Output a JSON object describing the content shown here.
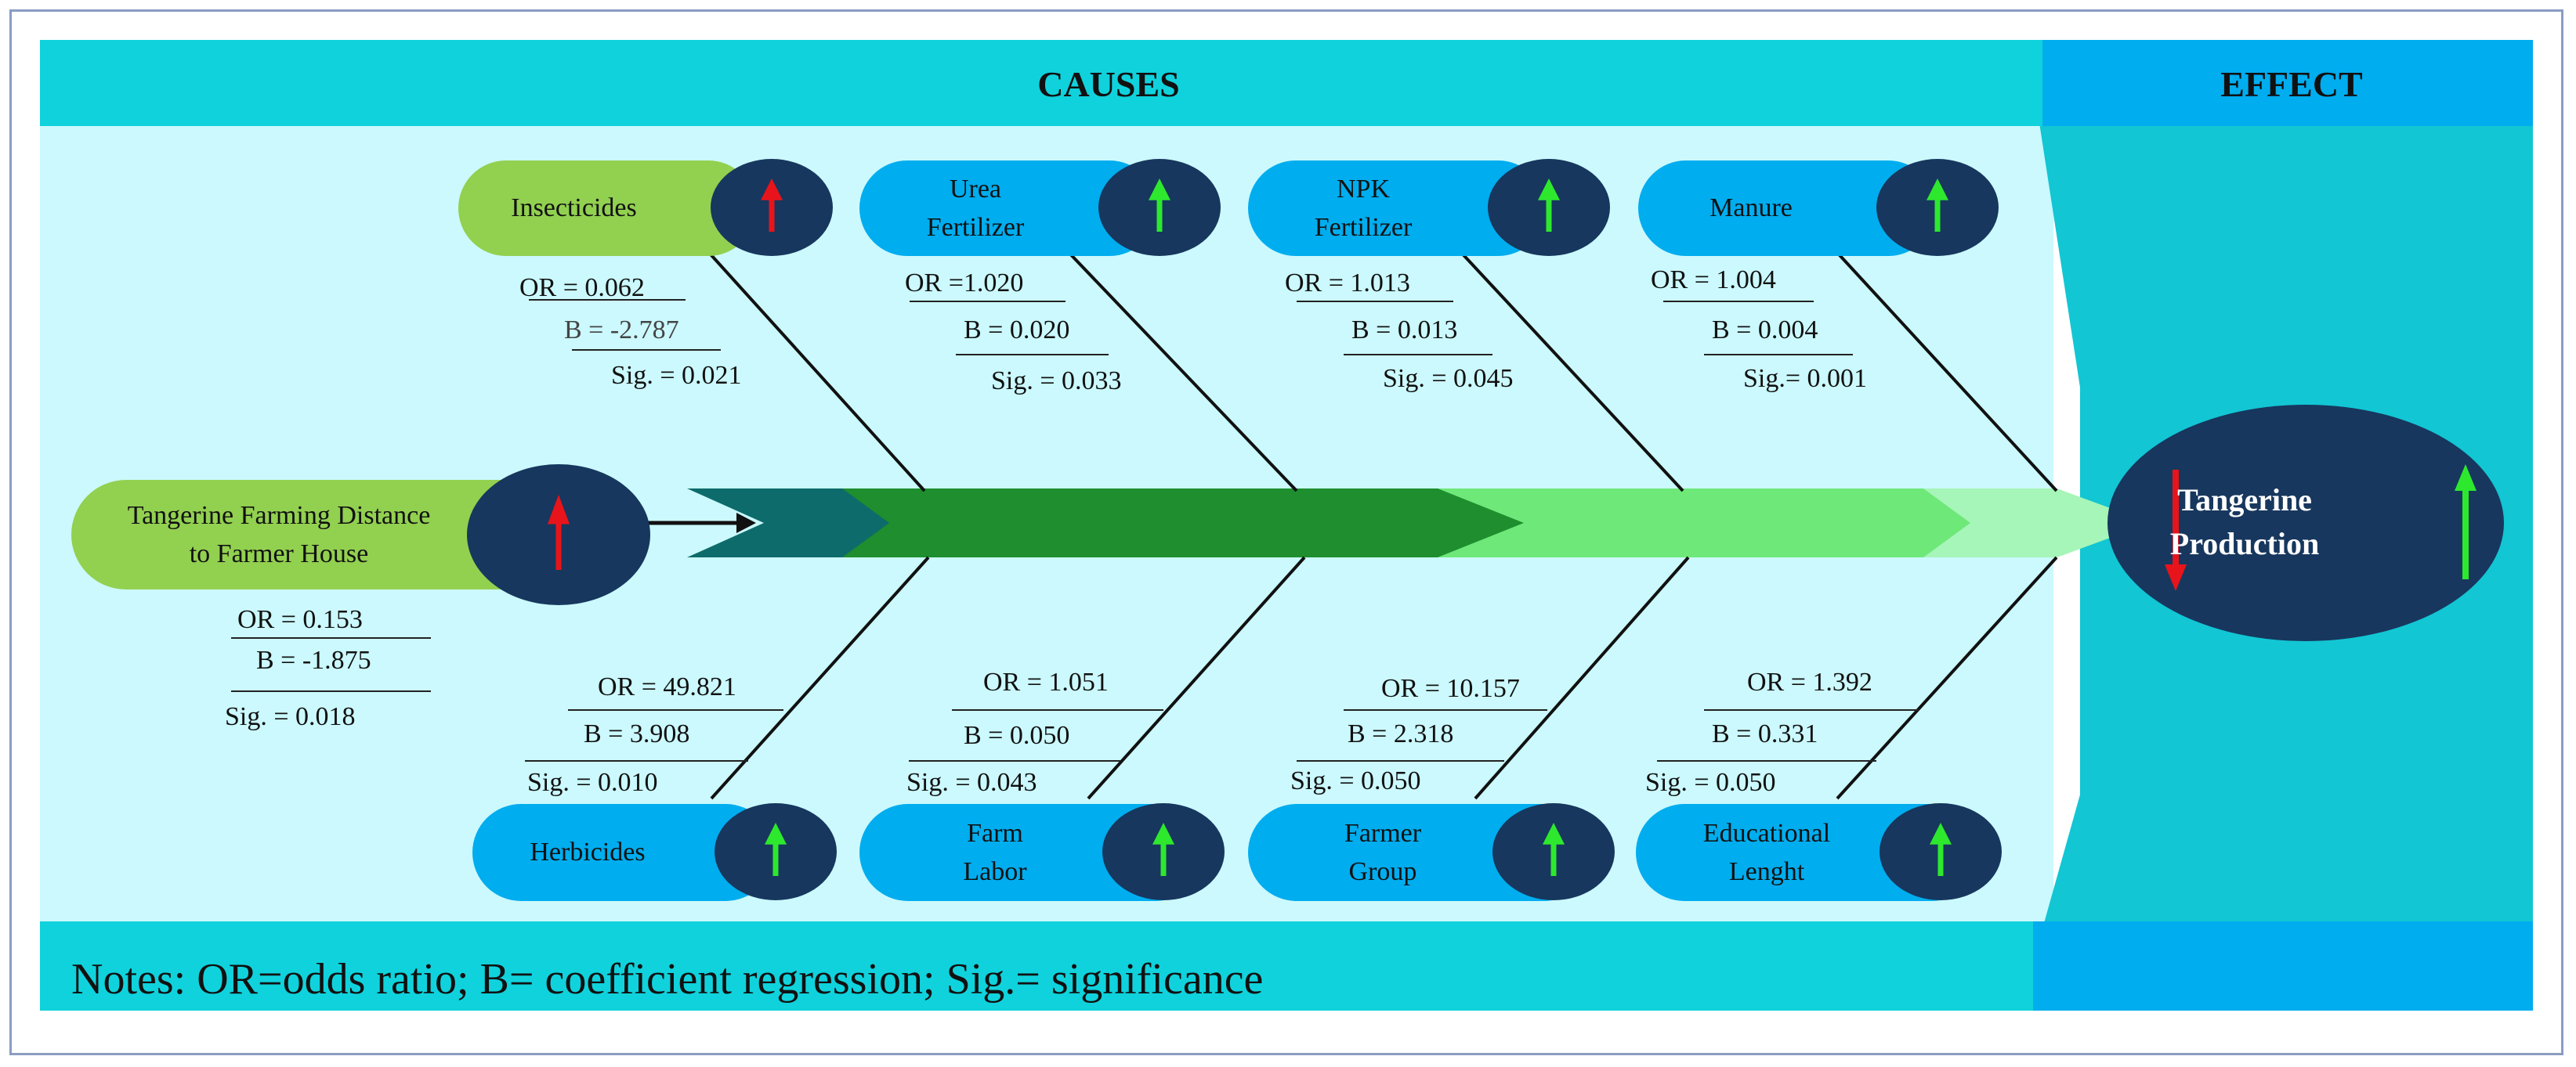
{
  "header": {
    "causes": "CAUSES",
    "effect": "EFFECT"
  },
  "notes": "Notes: OR=odds ratio; B= coefficient regression; Sig.= significance",
  "effect": {
    "label": "Tangerine\nProduction",
    "arrows": [
      "decrease",
      "increase"
    ]
  },
  "causes": {
    "insecticides": {
      "label": "Insecticides",
      "direction": "up",
      "arrow_color": "#e8141b",
      "or": "OR = 0.062",
      "b": "B = -2.787",
      "sig": "Sig. = 0.021"
    },
    "urea": {
      "label": "Urea\nFertilizer",
      "direction": "up",
      "arrow_color": "#2ee82e",
      "or": "OR =1.020",
      "b": "B = 0.020",
      "sig": "Sig. = 0.033"
    },
    "npk": {
      "label": "NPK\nFertilizer",
      "direction": "up",
      "arrow_color": "#2ee82e",
      "or": "OR = 1.013",
      "b": "B = 0.013",
      "sig": "Sig. = 0.045"
    },
    "manure": {
      "label": "Manure",
      "direction": "up",
      "arrow_color": "#2ee82e",
      "or": "OR = 1.004",
      "b": "B = 0.004",
      "sig": "Sig.= 0.001"
    },
    "distance": {
      "label": "Tangerine Farming Distance\nto Farmer  House",
      "direction": "up",
      "arrow_color": "#e8141b",
      "or": "OR = 0.153",
      "b": "B = -1.875",
      "sig": "Sig. = 0.018"
    },
    "herbicides": {
      "label": "Herbicides",
      "direction": "up",
      "arrow_color": "#2ee82e",
      "or": "OR = 49.821",
      "b": "B = 3.908",
      "sig": "Sig. = 0.010"
    },
    "labor": {
      "label": "Farm\nLabor",
      "direction": "up",
      "arrow_color": "#2ee82e",
      "or": "OR = 1.051",
      "b": "B = 0.050",
      "sig": "Sig. = 0.043"
    },
    "group": {
      "label": "Farmer\nGroup",
      "direction": "up",
      "arrow_color": "#2ee82e",
      "or": "OR = 10.157",
      "b": "B = 2.318",
      "sig": "Sig. = 0.050"
    },
    "education": {
      "label": "Educational\nLenght",
      "direction": "up",
      "arrow_color": "#2ee82e",
      "or": "OR = 1.392",
      "b": "B = 0.331",
      "sig": "Sig. = 0.050"
    }
  },
  "colors": {
    "header_band": "#10d2dc",
    "causes_bg": "#cbf9fd",
    "effect_band": "#00adef",
    "pill_blue": "#00adef",
    "pill_green": "#92d050",
    "circle_navy": "#17375e",
    "spine_dark": "#1e8e2e",
    "spine_light": "#6fe87a"
  }
}
